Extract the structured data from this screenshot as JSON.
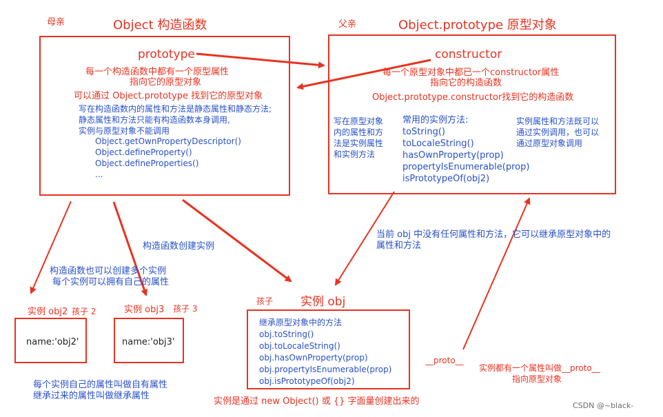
{
  "left_panel": {
    "tag": "母亲",
    "title": "Object 构造函数",
    "prototype": "prototype",
    "desc1": "每一个构造函数中都有一个原型属性",
    "desc2": "指向它的原型对象",
    "find": "可以通过 Object.prototype 找到它的原型对象",
    "static_lines": [
      "写在构造函数内的属性和方法是静态属性和静态方法;",
      "静态属性和方法只能有构造函数本身调用,",
      "实例与原型对象不能调用"
    ],
    "methods": [
      "Object.getOwnPropertyDescriptor()",
      "Object.defineProperty()",
      "Object.defineProperties()",
      "..."
    ]
  },
  "right_panel": {
    "tag": "父亲",
    "title": "Object.prototype 原型对象",
    "constructor": "constructor",
    "desc1": "每一个原型对象中都已一个constructor属性",
    "desc2": "指向它的构造函数",
    "find": "Object.prototype.constructor找到它的构造函数",
    "left_note": [
      "写在原型对象",
      "内的属性和方",
      "法是实例属性",
      "和实例方法"
    ],
    "methods_title": "常用的实例方法:",
    "methods": [
      "toString()",
      "toLocaleString()",
      "hasOwnProperty(prop)",
      "propertyIsEnumerable(prop)",
      "isPrototypeOf(obj2)"
    ],
    "right_note": [
      "实例属性和方法既可以",
      "通过实例调用，也可以",
      "通过原型对象调用"
    ]
  },
  "annotations": {
    "create_instance": "构造函数创建实例",
    "multi1": "构造函数也可以创建多个实例",
    "multi2": "每个实例可以拥有自己的属性",
    "inherit1": "当前 obj 中没有任何属性和方法，它可以继承原型对象中的",
    "inherit2": "属性和方法",
    "own1": "每个实例自己的属性叫做自有属性",
    "own2": "继承过来的属性叫做继承属性",
    "created_by": "实例是通过 new Object() 或 {} 字面量创建出来的",
    "proto_label": "__proto__",
    "proto_note1": "实例都有一个属性叫做__proto__",
    "proto_note2": "指向原型对象"
  },
  "obj2": {
    "label": "实例 obj2",
    "tag": "孩子 2",
    "content": "name:'obj2'"
  },
  "obj3": {
    "label": "实例 obj3",
    "tag": "孩子 3",
    "content": "name:'obj3'"
  },
  "obj": {
    "tag": "孩子",
    "title": "实例 obj",
    "lines": [
      "继承原型对象中的方法",
      "obj.toString()",
      "obj.toLocaleString()",
      "obj.hasOwnProperty(prop)",
      "obj.propertyIsEnumerable(prop)",
      "obj.isPrototypeOf(obj2)"
    ]
  },
  "watermark": "CSDN @~black-",
  "colors": {
    "red": "#e8321f",
    "blue": "#2850c8"
  }
}
